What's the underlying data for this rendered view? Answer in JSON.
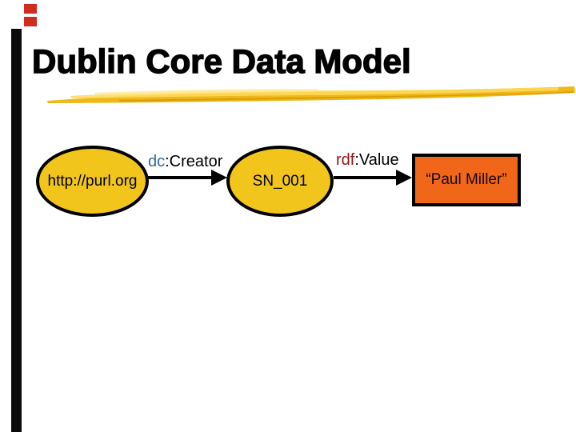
{
  "title": "Dublin Core Data Model",
  "decorations": {
    "left_bar_color": "#0b0b0b",
    "accent_dash_color": "#d22b1f",
    "brush_stroke_color": "#edb40e"
  },
  "diagram": {
    "nodes": [
      {
        "id": "resource",
        "shape": "ellipse",
        "label": "http://purl.org",
        "fill": "#f2c51d"
      },
      {
        "id": "statement",
        "shape": "ellipse",
        "label": "SN_001",
        "fill": "#f2c51d"
      },
      {
        "id": "literal",
        "shape": "rectangle",
        "label": "“Paul Miller”",
        "fill": "#f0671a"
      }
    ],
    "edges": [
      {
        "from": "resource",
        "to": "statement",
        "prefix": "dc",
        "suffix": ":Creator",
        "prefix_color": "#336699"
      },
      {
        "from": "statement",
        "to": "literal",
        "prefix": "rdf",
        "suffix": ":Value",
        "prefix_color": "#991111"
      }
    ]
  }
}
